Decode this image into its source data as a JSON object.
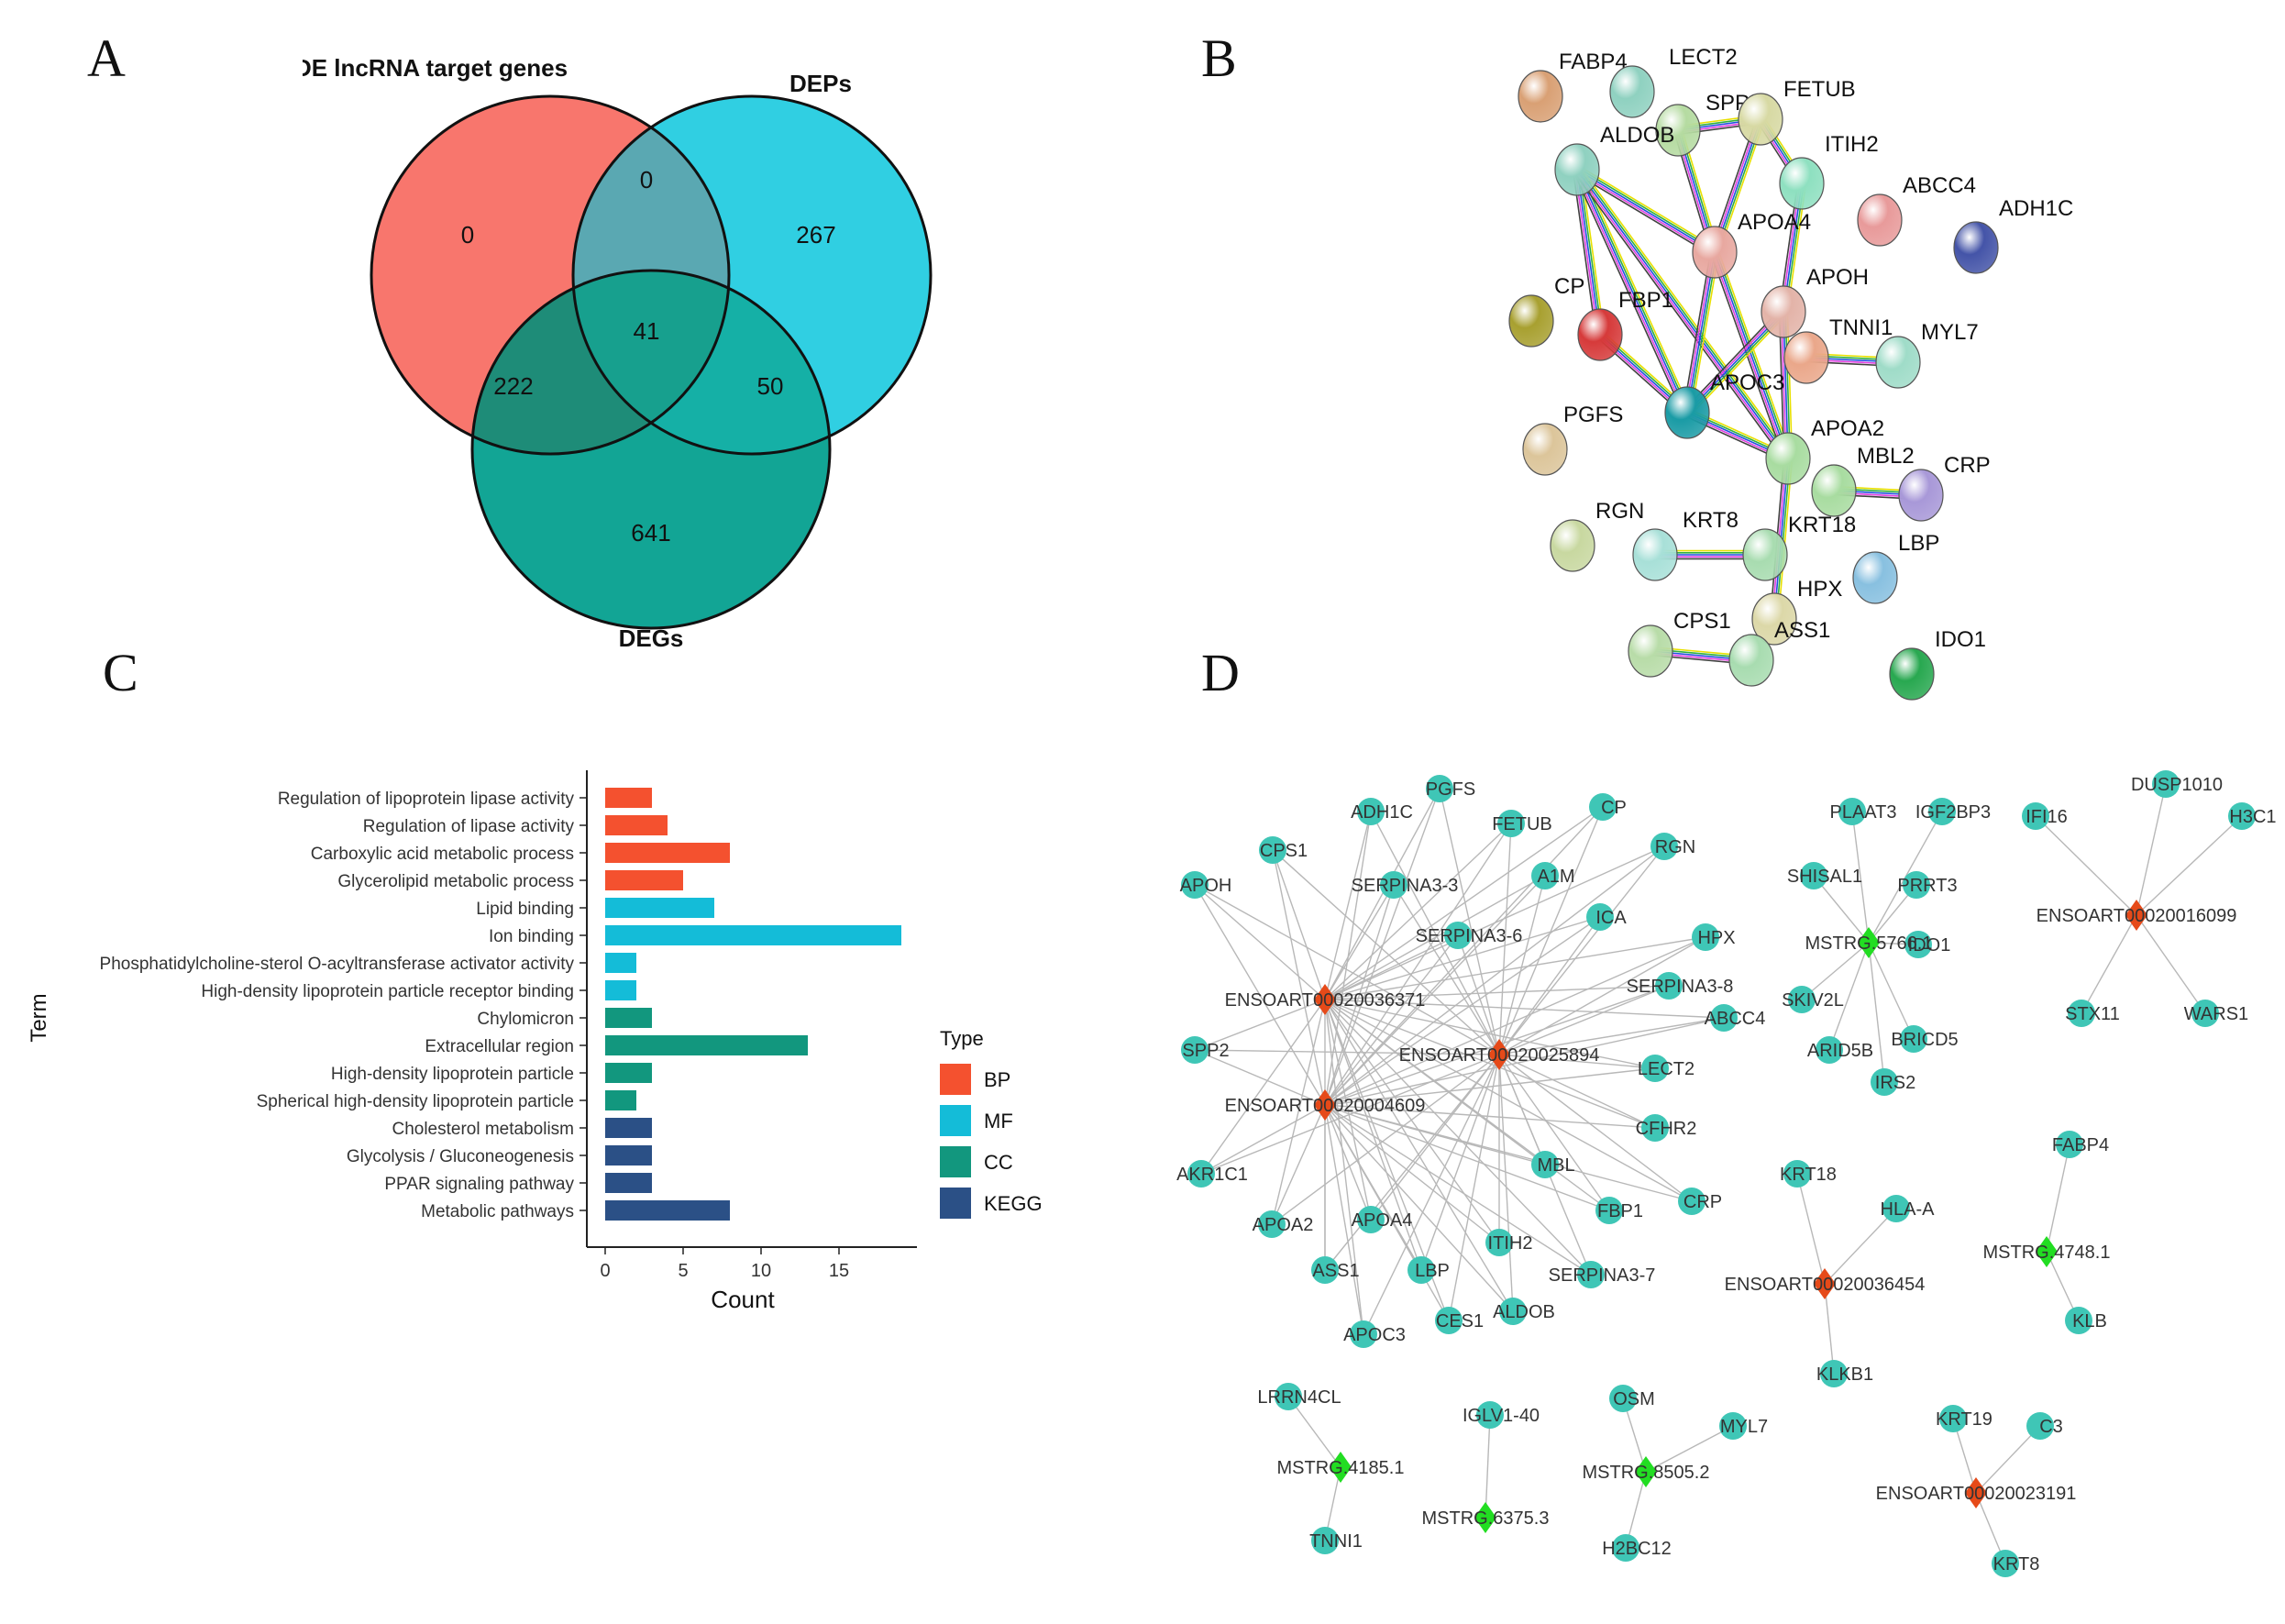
{
  "panel_letters": {
    "a": "A",
    "b": "B",
    "c": "C",
    "d": "D"
  },
  "chart_data": [
    {
      "type": "venn",
      "panel": "A",
      "sets": [
        {
          "name": "DE lncRNA target genes",
          "color": "#f8766d"
        },
        {
          "name": "DEPs",
          "color": "#30cfe2"
        },
        {
          "name": "DEGs",
          "color": "#12a595"
        }
      ],
      "regions": [
        {
          "sets": [
            "DE lncRNA target genes"
          ],
          "value": 0
        },
        {
          "sets": [
            "DEPs"
          ],
          "value": 267
        },
        {
          "sets": [
            "DEGs"
          ],
          "value": 641
        },
        {
          "sets": [
            "DE lncRNA target genes",
            "DEPs"
          ],
          "value": 0
        },
        {
          "sets": [
            "DE lncRNA target genes",
            "DEGs"
          ],
          "value": 222
        },
        {
          "sets": [
            "DEPs",
            "DEGs"
          ],
          "value": 50
        },
        {
          "sets": [
            "DE lncRNA target genes",
            "DEPs",
            "DEGs"
          ],
          "value": 41
        }
      ]
    },
    {
      "type": "network",
      "panel": "B",
      "nodes": [
        {
          "id": "FABP4",
          "color": "#d9a074"
        },
        {
          "id": "LECT2",
          "color": "#8fd1c0"
        },
        {
          "id": "SPP2",
          "color": "#b5dba1"
        },
        {
          "id": "FETUB",
          "color": "#d7d9a3"
        },
        {
          "id": "ALDOB",
          "color": "#8fd1c0"
        },
        {
          "id": "ITIH2",
          "color": "#8ee0c0"
        },
        {
          "id": "ABCC4",
          "color": "#e89a9a"
        },
        {
          "id": "ADH1C",
          "color": "#4454a8"
        },
        {
          "id": "APOA4",
          "color": "#e8a8a0"
        },
        {
          "id": "CP",
          "color": "#a8a030"
        },
        {
          "id": "FBP1",
          "color": "#d63a3a"
        },
        {
          "id": "APOH",
          "color": "#e3b3a8"
        },
        {
          "id": "TNNI1",
          "color": "#eaa78a"
        },
        {
          "id": "MYL7",
          "color": "#9fdcc8"
        },
        {
          "id": "APOC3",
          "color": "#1a9ba5"
        },
        {
          "id": "PGFS",
          "color": "#dcc59a"
        },
        {
          "id": "APOA2",
          "color": "#a8dca0"
        },
        {
          "id": "MBL2",
          "color": "#a8dca0"
        },
        {
          "id": "CRP",
          "color": "#a898d8"
        },
        {
          "id": "RGN",
          "color": "#c8d8a0"
        },
        {
          "id": "KRT8",
          "color": "#a8e0d8"
        },
        {
          "id": "KRT18",
          "color": "#a8dcb0"
        },
        {
          "id": "LBP",
          "color": "#88c0e0"
        },
        {
          "id": "HPX",
          "color": "#dcd8a8"
        },
        {
          "id": "CPS1",
          "color": "#b8dca8"
        },
        {
          "id": "ASS1",
          "color": "#a8dcb0"
        },
        {
          "id": "IDO1",
          "color": "#28a850"
        }
      ],
      "edges": [
        [
          "ALDOB",
          "FBP1"
        ],
        [
          "ALDOB",
          "APOA4"
        ],
        [
          "ALDOB",
          "APOC3"
        ],
        [
          "ALDOB",
          "APOA2"
        ],
        [
          "SPP2",
          "APOA4"
        ],
        [
          "SPP2",
          "FETUB"
        ],
        [
          "FETUB",
          "APOA4"
        ],
        [
          "FETUB",
          "ITIH2"
        ],
        [
          "ITIH2",
          "APOH"
        ],
        [
          "APOA4",
          "APOC3"
        ],
        [
          "APOA4",
          "APOA2"
        ],
        [
          "APOH",
          "APOC3"
        ],
        [
          "APOH",
          "APOA2"
        ],
        [
          "APOC3",
          "APOA2"
        ],
        [
          "FBP1",
          "APOC3"
        ],
        [
          "APOA2",
          "HPX"
        ],
        [
          "TNNI1",
          "MYL7"
        ],
        [
          "MBL2",
          "CRP"
        ],
        [
          "KRT8",
          "KRT18"
        ],
        [
          "CPS1",
          "ASS1"
        ]
      ]
    },
    {
      "type": "bar",
      "panel": "C",
      "orientation": "horizontal",
      "categories": [
        "Regulation of lipoprotein lipase activity",
        "Regulation of lipase activity",
        "Carboxylic acid metabolic process",
        "Glycerolipid metabolic process",
        "Lipid binding",
        "Ion binding",
        "Phosphatidylcholine-sterol O-acyltransferase activator activity",
        "High-density lipoprotein particle receptor binding",
        "Chylomicron",
        "Extracellular region",
        "High-density lipoprotein particle",
        "Spherical high-density lipoprotein particle",
        "Cholesterol metabolism",
        "Glycolysis / Gluconeogenesis",
        "PPAR signaling pathway",
        "Metabolic pathways"
      ],
      "values": [
        3,
        4,
        8,
        5,
        7,
        19,
        2,
        2,
        3,
        13,
        3,
        2,
        3,
        3,
        3,
        8
      ],
      "types": [
        "BP",
        "BP",
        "BP",
        "BP",
        "MF",
        "MF",
        "MF",
        "MF",
        "CC",
        "CC",
        "CC",
        "CC",
        "KEGG",
        "KEGG",
        "KEGG",
        "KEGG"
      ],
      "xlabel": "Count",
      "ylabel": "Term",
      "xlim": [
        0,
        20
      ],
      "xticks": [
        0,
        5,
        10,
        15
      ],
      "legend": {
        "title": "Type",
        "position": "right",
        "items": [
          {
            "name": "BP",
            "color": "#f4512f"
          },
          {
            "name": "MF",
            "color": "#14bcd8"
          },
          {
            "name": "CC",
            "color": "#12977e"
          },
          {
            "name": "KEGG",
            "color": "#2b5086"
          }
        ]
      }
    },
    {
      "type": "network",
      "panel": "D",
      "hub_color_ensoart": "#e64a19",
      "hub_color_mstrg": "#22dd22",
      "node_color": "#3fc6b6",
      "hubs": [
        "ENSOART00020036371",
        "ENSOART00020025894",
        "ENSOART00020004609",
        "MSTRG.5766.1",
        "ENSOART00020016099",
        "ENSOART00020036454",
        "MSTRG.4748.1",
        "MSTRG.4185.1",
        "MSTRG.6375.3",
        "MSTRG.8505.2",
        "ENSOART00020023191"
      ],
      "targets": [
        "PGFS",
        "ADH1C",
        "CPS1",
        "FETUB",
        "CP",
        "RGN",
        "APOH",
        "SERPINA3-3",
        "A1M",
        "ICA",
        "SERPINA3-6",
        "HPX",
        "SERPINA3-8",
        "ABCC4",
        "SPP2",
        "LECT2",
        "CFHR2",
        "AKR1C1",
        "MBL",
        "CRP",
        "FBP1",
        "APOA2",
        "APOA4",
        "ITIH2",
        "ASS1",
        "LBP",
        "SERPINA3-7",
        "CES1",
        "ALDOB",
        "APOC3",
        "PLAAT3",
        "IGF2BP3",
        "SHISAL1",
        "PRRT3",
        "IDO1",
        "SKIV2L",
        "ARID5B",
        "BRICD5",
        "IRS2",
        "DUSP1010",
        "IFI16",
        "H3C1",
        "STX11",
        "WARS1",
        "KRT18",
        "HLA-A",
        "KLKB1",
        "FABP4",
        "KLB",
        "LRRN4CL",
        "TNNI1",
        "IGLV1-40",
        "OSM",
        "MYL7",
        "H2BC12",
        "KRT19",
        "C3",
        "KRT8"
      ]
    }
  ]
}
